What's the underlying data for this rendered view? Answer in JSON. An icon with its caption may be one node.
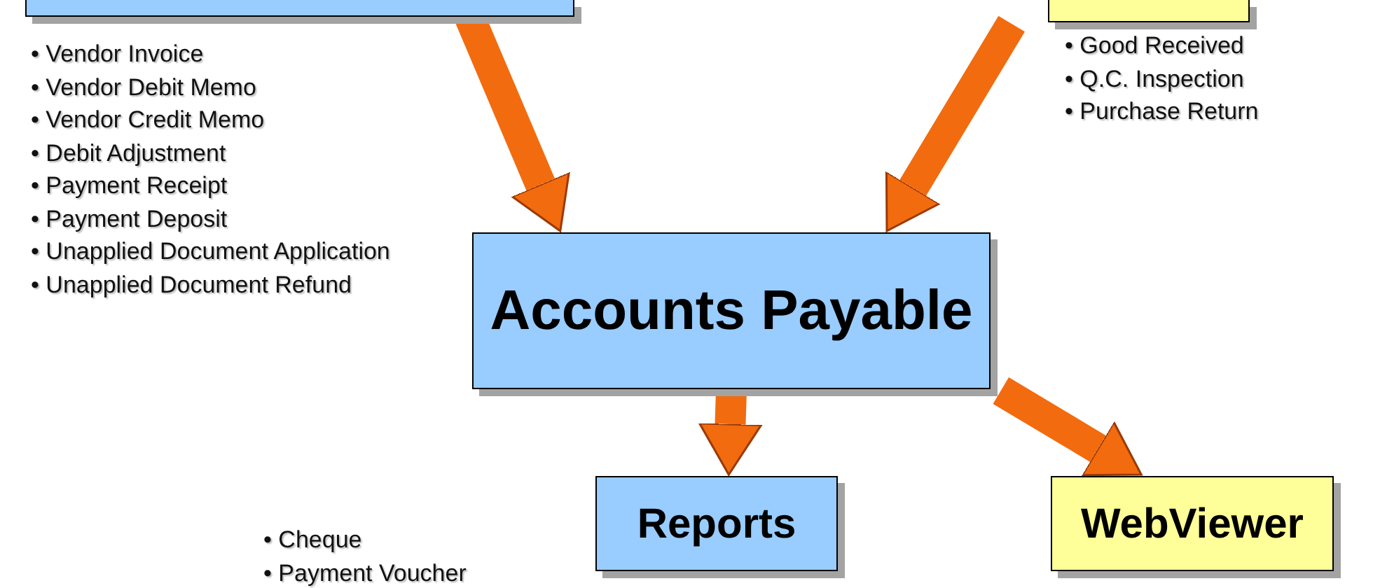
{
  "diagram": {
    "nodes": [
      {
        "text": [],
        "shape": "box",
        "beside": [
          "• Vendor Invoice",
          "• Vendor Debit Memo",
          "• Vendor Credit Memo",
          "• Debit Adjustment",
          "• Payment Receipt",
          "• Payment Deposit",
          "• Unapplied Document Application",
          "• Unapplied Document Refund"
        ]
      },
      {
        "text": [],
        "shape": "box",
        "beside": [
          "• Good Received",
          "• Q.C. Inspection",
          "• Purchase Return"
        ]
      },
      {
        "text": [
          "Accounts Payable"
        ]
      },
      {
        "text": [
          "Reports"
        ],
        "beside": [
          "• Cheque",
          "• Payment Voucher"
        ]
      },
      {
        "text": [
          "WebViewer"
        ]
      }
    ],
    "edges": [
      {
        "from": 0,
        "to": 2,
        "arrow": "to"
      },
      {
        "from": 1,
        "to": 2,
        "arrow": "to"
      },
      {
        "from": 2,
        "to": 3,
        "arrow": "to"
      },
      {
        "from": 2,
        "to": 4,
        "arrow": "to"
      }
    ]
  }
}
